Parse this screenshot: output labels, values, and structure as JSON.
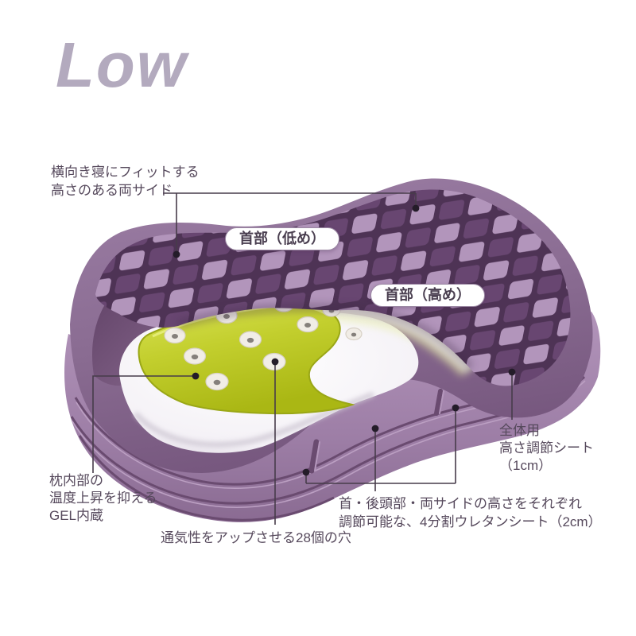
{
  "title": "Low",
  "pills": {
    "neck_low": "首部（低め）",
    "neck_high": "首部（高め）"
  },
  "annotations": {
    "side_fit": {
      "lines": [
        "横向き寝にフィットする",
        "高さのある両サイド"
      ]
    },
    "gel": {
      "lines": [
        "枕内部の",
        "温度上昇を抑える",
        "GEL内蔵"
      ]
    },
    "vent_holes": {
      "lines": [
        "通気性をアップさせる28個の穴"
      ]
    },
    "urethane_sheet": {
      "lines": [
        "首・後頭部・両サイドの高さをそれぞれ",
        "調節可能な、4分割ウレタンシート（2cm）"
      ]
    },
    "full_sheet": {
      "lines": [
        "全体用",
        "高さ調節シート",
        "（1cm）"
      ]
    }
  },
  "colors": {
    "title": "#b3aabe",
    "text": "#56495c",
    "callout_line": "#473c4a",
    "gel_yellow": "#c3cf2e",
    "checker_light": "#b295bb",
    "checker_dark": "#684671",
    "body_purple": "#8d7094",
    "base_purple": "#a98cb2"
  }
}
